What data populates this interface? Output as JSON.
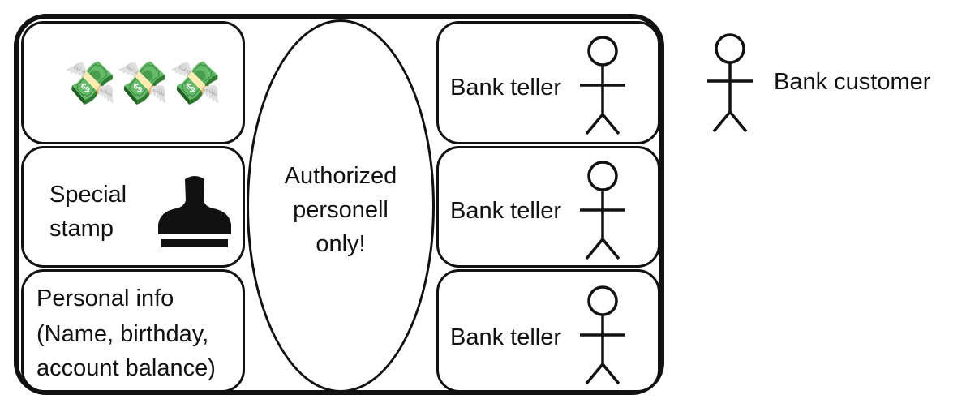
{
  "left_boxes": {
    "money_icon": "money-with-wings-icon",
    "stamp": {
      "label_line1": "Special",
      "label_line2": "stamp",
      "icon": "stamp-icon"
    },
    "info": {
      "line1": "Personal info",
      "line2": "(Name, birthday,",
      "line3": "account balance)"
    }
  },
  "center": {
    "line1": "Authorized",
    "line2": "personell",
    "line3": "only!"
  },
  "tellers": [
    {
      "label": "Bank teller"
    },
    {
      "label": "Bank teller"
    },
    {
      "label": "Bank teller"
    }
  ],
  "customer": {
    "label": "Bank customer"
  }
}
